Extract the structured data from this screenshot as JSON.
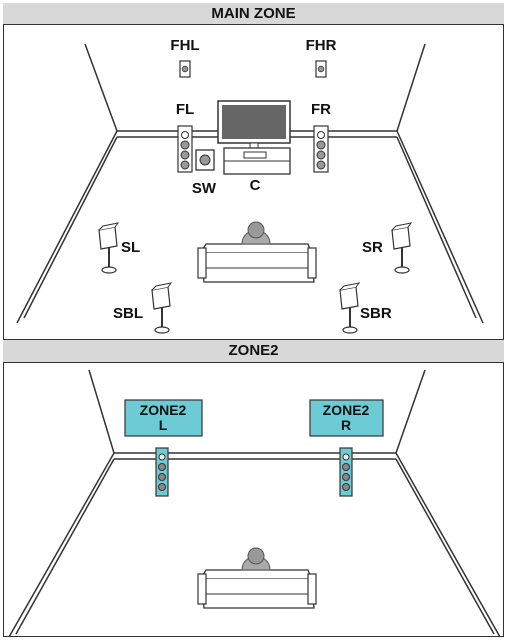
{
  "headers": {
    "main_zone": "MAIN ZONE",
    "zone2": "ZONE2"
  },
  "main_zone": {
    "speakers": {
      "fhl": "FHL",
      "fhr": "FHR",
      "fl": "FL",
      "fr": "FR",
      "sw": "SW",
      "c": "C",
      "sl": "SL",
      "sr": "SR",
      "sbl": "SBL",
      "sbr": "SBR"
    }
  },
  "zone2": {
    "left": {
      "line1": "ZONE2",
      "line2": "L"
    },
    "right": {
      "line1": "ZONE2",
      "line2": "R"
    }
  },
  "colors": {
    "zone2_highlight": "#6ccbd4",
    "outline": "#333333",
    "header_bg": "#d8d8d8"
  }
}
